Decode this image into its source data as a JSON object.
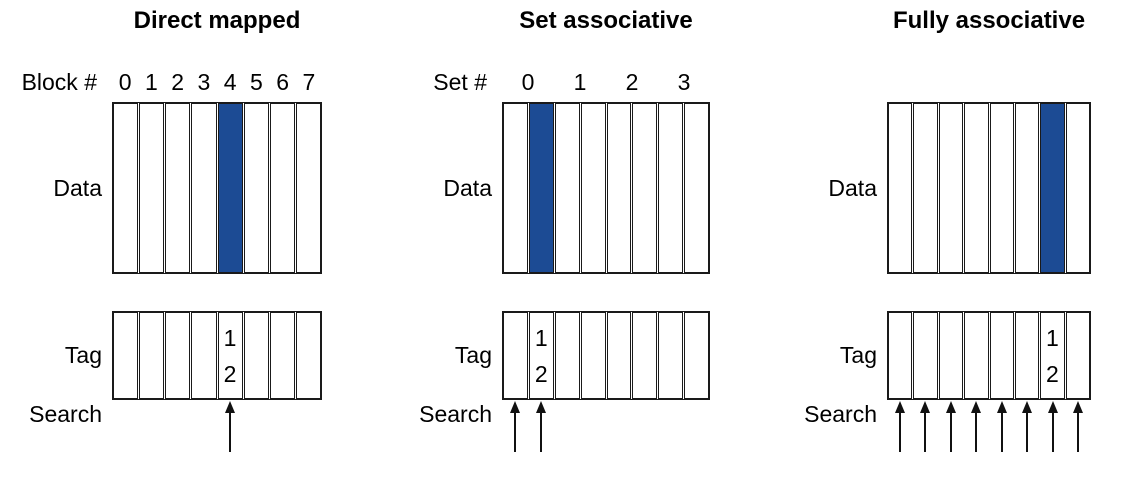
{
  "colors": {
    "highlight": "#1c4b94",
    "line": "#1a1a1a",
    "text": "#000000",
    "background": "#ffffff"
  },
  "panels": [
    {
      "title": "Direct mapped",
      "index_label": "Block #",
      "index_numbers": [
        "0",
        "1",
        "2",
        "3",
        "4",
        "5",
        "6",
        "7"
      ],
      "data_label": "Data",
      "tag_label": "Tag",
      "search_label": "Search",
      "block_count": 8,
      "highlighted_block_index": 4,
      "tag_entry": {
        "cell_index": 4,
        "value_lines": [
          "1",
          "2"
        ]
      },
      "search_arrow_cell_indices": [
        4
      ]
    },
    {
      "title": "Set associative",
      "index_label": "Set #",
      "index_numbers": [
        "0",
        "1",
        "2",
        "3"
      ],
      "data_label": "Data",
      "tag_label": "Tag",
      "search_label": "Search",
      "block_count": 8,
      "highlighted_block_index": 1,
      "tag_entry": {
        "cell_index": 1,
        "value_lines": [
          "1",
          "2"
        ]
      },
      "search_arrow_cell_indices": [
        0,
        1
      ]
    },
    {
      "title": "Fully associative",
      "index_label": "",
      "index_numbers": [],
      "data_label": "Data",
      "tag_label": "Tag",
      "search_label": "Search",
      "block_count": 8,
      "highlighted_block_index": 6,
      "tag_entry": {
        "cell_index": 6,
        "value_lines": [
          "1",
          "2"
        ]
      },
      "search_arrow_cell_indices": [
        0,
        1,
        2,
        3,
        4,
        5,
        6,
        7
      ]
    }
  ]
}
